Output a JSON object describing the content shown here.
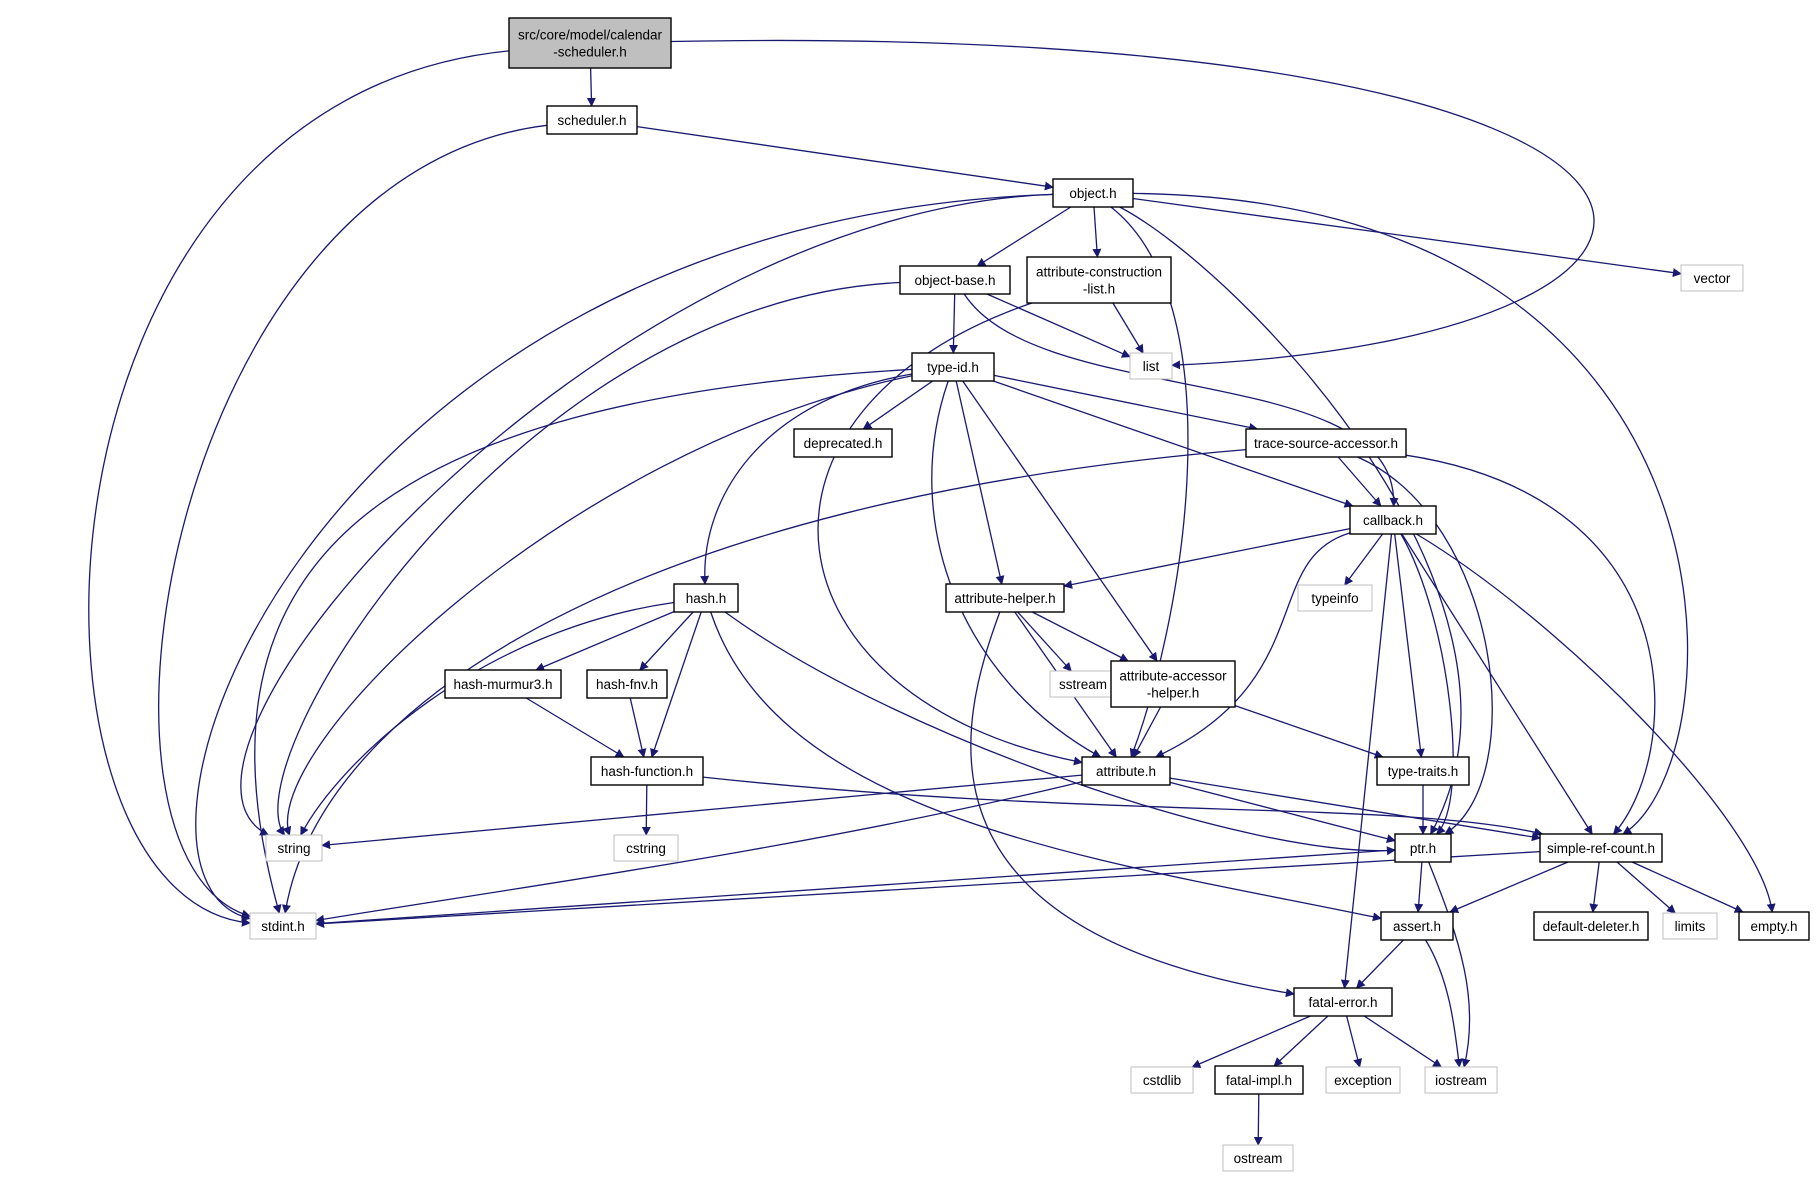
{
  "diagram": {
    "colors": {
      "edge": "#191970",
      "root_fill": "#bfbfbf",
      "node_stroke": "#000000",
      "system_stroke": "#bfbfbf",
      "text": "#000000"
    },
    "nodes": [
      {
        "id": "root",
        "lines": [
          "src/core/model/calendar",
          "-scheduler.h"
        ],
        "kind": "root"
      },
      {
        "id": "scheduler",
        "lines": [
          "scheduler.h"
        ],
        "kind": "file"
      },
      {
        "id": "object",
        "lines": [
          "object.h"
        ],
        "kind": "file"
      },
      {
        "id": "object-base",
        "lines": [
          "object-base.h"
        ],
        "kind": "file"
      },
      {
        "id": "attr-construction",
        "lines": [
          "attribute-construction",
          "-list.h"
        ],
        "kind": "file"
      },
      {
        "id": "vector",
        "lines": [
          "vector"
        ],
        "kind": "system"
      },
      {
        "id": "list",
        "lines": [
          "list"
        ],
        "kind": "system"
      },
      {
        "id": "type-id",
        "lines": [
          "type-id.h"
        ],
        "kind": "file"
      },
      {
        "id": "deprecated",
        "lines": [
          "deprecated.h"
        ],
        "kind": "file"
      },
      {
        "id": "trace-source",
        "lines": [
          "trace-source-accessor.h"
        ],
        "kind": "file"
      },
      {
        "id": "callback",
        "lines": [
          "callback.h"
        ],
        "kind": "file"
      },
      {
        "id": "typeinfo",
        "lines": [
          "typeinfo"
        ],
        "kind": "system"
      },
      {
        "id": "hash",
        "lines": [
          "hash.h"
        ],
        "kind": "file"
      },
      {
        "id": "attr-helper",
        "lines": [
          "attribute-helper.h"
        ],
        "kind": "file"
      },
      {
        "id": "sstream",
        "lines": [
          "sstream"
        ],
        "kind": "system"
      },
      {
        "id": "attr-accessor",
        "lines": [
          "attribute-accessor",
          "-helper.h"
        ],
        "kind": "file"
      },
      {
        "id": "hash-murmur3",
        "lines": [
          "hash-murmur3.h"
        ],
        "kind": "file"
      },
      {
        "id": "hash-fnv",
        "lines": [
          "hash-fnv.h"
        ],
        "kind": "file"
      },
      {
        "id": "hash-function",
        "lines": [
          "hash-function.h"
        ],
        "kind": "file"
      },
      {
        "id": "attribute",
        "lines": [
          "attribute.h"
        ],
        "kind": "file"
      },
      {
        "id": "type-traits",
        "lines": [
          "type-traits.h"
        ],
        "kind": "file"
      },
      {
        "id": "string",
        "lines": [
          "string"
        ],
        "kind": "system"
      },
      {
        "id": "cstring",
        "lines": [
          "cstring"
        ],
        "kind": "system"
      },
      {
        "id": "ptr",
        "lines": [
          "ptr.h"
        ],
        "kind": "file"
      },
      {
        "id": "simple-ref",
        "lines": [
          "simple-ref-count.h"
        ],
        "kind": "file"
      },
      {
        "id": "stdint",
        "lines": [
          "stdint.h"
        ],
        "kind": "system"
      },
      {
        "id": "assert",
        "lines": [
          "assert.h"
        ],
        "kind": "file"
      },
      {
        "id": "default-deleter",
        "lines": [
          "default-deleter.h"
        ],
        "kind": "file"
      },
      {
        "id": "limits",
        "lines": [
          "limits"
        ],
        "kind": "system"
      },
      {
        "id": "empty",
        "lines": [
          "empty.h"
        ],
        "kind": "file"
      },
      {
        "id": "fatal-error",
        "lines": [
          "fatal-error.h"
        ],
        "kind": "file"
      },
      {
        "id": "cstdlib",
        "lines": [
          "cstdlib"
        ],
        "kind": "system"
      },
      {
        "id": "fatal-impl",
        "lines": [
          "fatal-impl.h"
        ],
        "kind": "file"
      },
      {
        "id": "exception",
        "lines": [
          "exception"
        ],
        "kind": "system"
      },
      {
        "id": "iostream",
        "lines": [
          "iostream"
        ],
        "kind": "system"
      },
      {
        "id": "ostream",
        "lines": [
          "ostream"
        ],
        "kind": "system"
      }
    ],
    "edges": [
      [
        "root",
        "scheduler"
      ],
      [
        "root",
        "stdint"
      ],
      [
        "root",
        "list"
      ],
      [
        "scheduler",
        "object"
      ],
      [
        "scheduler",
        "stdint"
      ],
      [
        "object",
        "object-base"
      ],
      [
        "object",
        "attr-construction"
      ],
      [
        "object",
        "vector"
      ],
      [
        "object",
        "simple-ref"
      ],
      [
        "object",
        "ptr"
      ],
      [
        "object",
        "attribute"
      ],
      [
        "object",
        "string"
      ],
      [
        "object",
        "stdint"
      ],
      [
        "object-base",
        "type-id"
      ],
      [
        "object-base",
        "list"
      ],
      [
        "object-base",
        "string"
      ],
      [
        "object-base",
        "callback"
      ],
      [
        "attr-construction",
        "list"
      ],
      [
        "attr-construction",
        "attribute"
      ],
      [
        "type-id",
        "deprecated"
      ],
      [
        "type-id",
        "trace-source"
      ],
      [
        "type-id",
        "callback"
      ],
      [
        "type-id",
        "hash"
      ],
      [
        "type-id",
        "attr-helper"
      ],
      [
        "type-id",
        "attr-accessor"
      ],
      [
        "type-id",
        "attribute"
      ],
      [
        "type-id",
        "string"
      ],
      [
        "type-id",
        "stdint"
      ],
      [
        "trace-source",
        "callback"
      ],
      [
        "trace-source",
        "ptr"
      ],
      [
        "trace-source",
        "simple-ref"
      ],
      [
        "trace-source",
        "stdint"
      ],
      [
        "callback",
        "attr-helper"
      ],
      [
        "callback",
        "typeinfo"
      ],
      [
        "callback",
        "attribute"
      ],
      [
        "callback",
        "type-traits"
      ],
      [
        "callback",
        "ptr"
      ],
      [
        "callback",
        "simple-ref"
      ],
      [
        "callback",
        "empty"
      ],
      [
        "callback",
        "fatal-error"
      ],
      [
        "hash",
        "hash-murmur3"
      ],
      [
        "hash",
        "hash-fnv"
      ],
      [
        "hash",
        "hash-function"
      ],
      [
        "hash",
        "string"
      ],
      [
        "hash",
        "ptr"
      ],
      [
        "hash",
        "assert"
      ],
      [
        "hash-murmur3",
        "hash-function"
      ],
      [
        "hash-fnv",
        "hash-function"
      ],
      [
        "hash-function",
        "cstring"
      ],
      [
        "hash-function",
        "simple-ref"
      ],
      [
        "attr-helper",
        "sstream"
      ],
      [
        "attr-helper",
        "attr-accessor"
      ],
      [
        "attr-helper",
        "attribute"
      ],
      [
        "attr-helper",
        "fatal-error"
      ],
      [
        "attr-accessor",
        "attribute"
      ],
      [
        "attr-accessor",
        "type-traits"
      ],
      [
        "attribute",
        "string"
      ],
      [
        "attribute",
        "stdint"
      ],
      [
        "attribute",
        "ptr"
      ],
      [
        "attribute",
        "simple-ref"
      ],
      [
        "type-traits",
        "ptr"
      ],
      [
        "ptr",
        "stdint"
      ],
      [
        "ptr",
        "assert"
      ],
      [
        "ptr",
        "iostream"
      ],
      [
        "simple-ref",
        "stdint"
      ],
      [
        "simple-ref",
        "assert"
      ],
      [
        "simple-ref",
        "default-deleter"
      ],
      [
        "simple-ref",
        "limits"
      ],
      [
        "simple-ref",
        "empty"
      ],
      [
        "assert",
        "fatal-error"
      ],
      [
        "assert",
        "iostream"
      ],
      [
        "fatal-error",
        "cstdlib"
      ],
      [
        "fatal-error",
        "fatal-impl"
      ],
      [
        "fatal-error",
        "exception"
      ],
      [
        "fatal-error",
        "iostream"
      ],
      [
        "fatal-impl",
        "ostream"
      ]
    ]
  }
}
